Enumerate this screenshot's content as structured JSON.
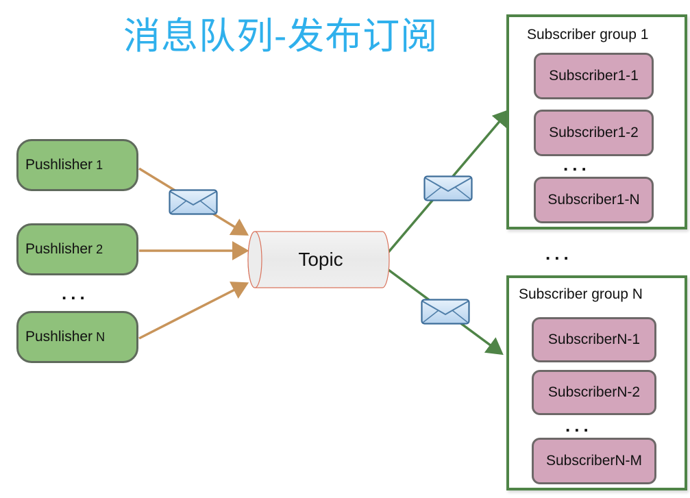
{
  "title": "消息队列-发布订阅",
  "publishers": [
    {
      "name": "Pushlisher",
      "num": "1"
    },
    {
      "name": "Pushlisher",
      "num": "2"
    },
    {
      "name": "Pushlisher",
      "num": "N"
    }
  ],
  "publisher_ellipsis": "...",
  "topic": {
    "label": "Topic"
  },
  "group_ellipsis": "...",
  "groups": [
    {
      "title": "Subscriber group 1",
      "subscribers": [
        "Subscriber1-1",
        "Subscriber1-2",
        "Subscriber1-N"
      ],
      "ellipsis": "..."
    },
    {
      "title": "Subscriber group N",
      "subscribers": [
        "SubscriberN-1",
        "SubscriberN-2",
        "SubscriberN-M"
      ],
      "ellipsis": "..."
    }
  ],
  "colors": {
    "title": "#2fb0ec",
    "publisher_fill": "#8fc17b",
    "subscriber_fill": "#d3a5bb",
    "publish_arrow": "#c8945a",
    "subscribe_arrow": "#4f8447",
    "topic_border": "#d9735c",
    "group_border": "#4f8447"
  },
  "icons": {
    "message": "envelope-icon"
  }
}
